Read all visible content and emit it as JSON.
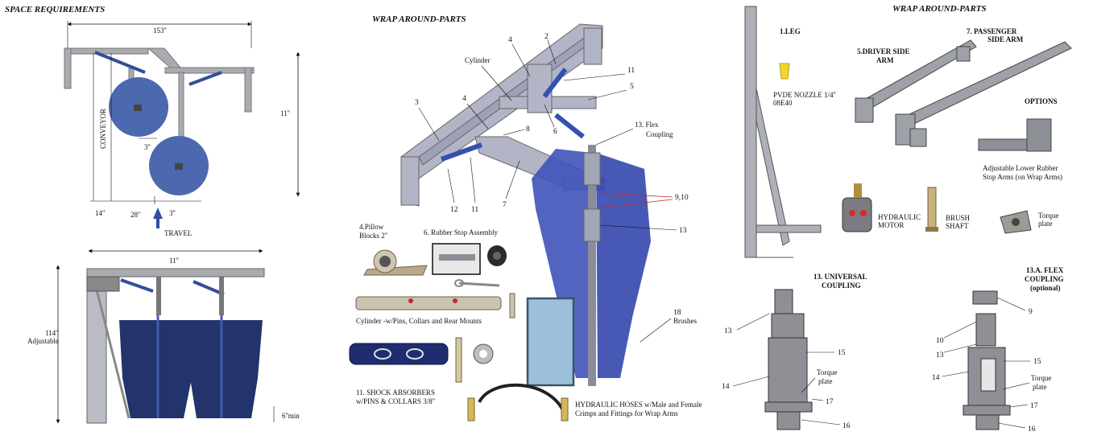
{
  "space_requirements": {
    "title": "SPACE REQUIREMENTS",
    "dim_width_top": "153''",
    "dim_height_right": "11''",
    "conveyor": "CONVEYOR",
    "dim_small": "3''",
    "dim_14": "14''",
    "dim_28": "28''",
    "dim_3_bottom": "3''",
    "travel": "TRAVEL",
    "dim_side_width": "11''",
    "dim_side_height": "114''",
    "adjustable": "Adjustable",
    "dim_min": "6''min"
  },
  "wrap_parts": {
    "title": "WRAP AROUND-PARTS",
    "callouts": {
      "n2": "2",
      "n4a": "4",
      "cylinder": "Cylinder",
      "n11a": "11",
      "n5": "5",
      "n3": "3",
      "n4b": "4",
      "n6": "6",
      "n8": "8",
      "flex1": "13. Flex",
      "flex2": "Coupling",
      "n12": "12",
      "n11b": "11",
      "n7": "7",
      "n910": "9,10",
      "n13": "13",
      "n18": "18",
      "brushes": "Brushes"
    },
    "pillow1": "4.Pillow",
    "pillow2": "Blocks 2''",
    "rubber_stop": "6. Rubber Stop Assembly",
    "cylinder_label": "Cylinder -w/Pins, Collars and Rear Mounts",
    "shock1": "11. SHOCK ABSORBERS",
    "shock2": "w/PINS & COLLARS 3/8''",
    "hoses1": "HYDRAULIC HOSES w/Male and Female",
    "hoses2": "Crimps and Fittings for Wrap Arms"
  },
  "right_panel": {
    "title": "WRAP AROUND-PARTS",
    "leg": "1.LEG",
    "nozzle1": "PVDE NOZZLE 1/4''",
    "nozzle2": "08E40",
    "driver1": "5.DRIVER SIDE",
    "driver2": "ARM",
    "passenger1": "7. PASSENGER",
    "passenger2": "SIDE ARM",
    "options": "OPTIONS",
    "stop1": "Adjustable Lower Rubber",
    "stop2": "Stop Arms (on Wrap Arms)",
    "motor1": "HYDRAULIC",
    "motor2": "MOTOR",
    "shaft1": "BRUSH",
    "shaft2": "SHAFT",
    "torque1": "Torque",
    "torque2": "plate",
    "uc1": "13. UNIVERSAL",
    "uc2": "COUPLING",
    "uc_n13": "13",
    "uc_n15": "15",
    "uc_n14": "14",
    "uc_tq1": "Torque",
    "uc_tq2": "plate",
    "uc_n17": "17",
    "uc_n16": "16",
    "fc1": "13.A. FLEX",
    "fc2": "COUPLING",
    "fc3": "(optional)",
    "fc_n9": "9",
    "fc_n10": "10",
    "fc_n13": "13",
    "fc_n15": "15",
    "fc_n14": "14",
    "fc_tq1": "Torque",
    "fc_tq2": "plate",
    "fc_n17": "17",
    "fc_n16": "16"
  }
}
